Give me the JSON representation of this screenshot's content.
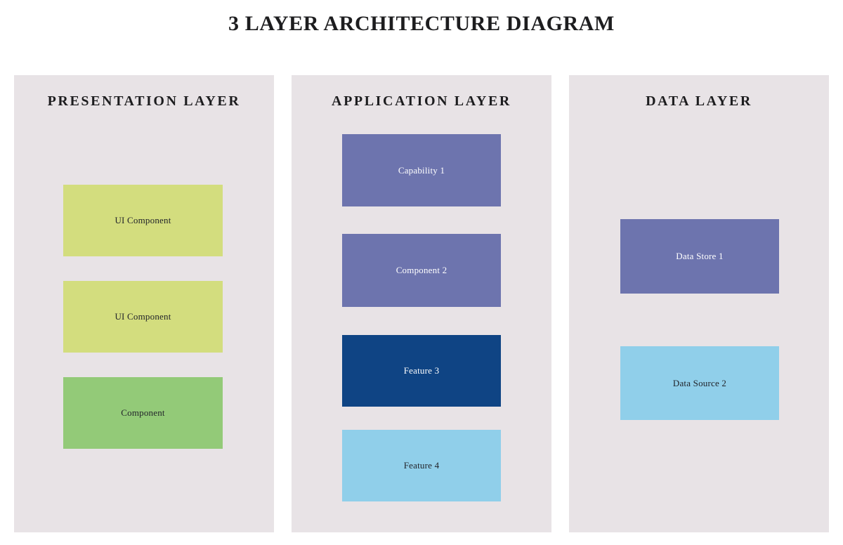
{
  "title": "3 LAYER ARCHITECTURE DIAGRAM",
  "colors": {
    "page_background": "#ffffff",
    "panel_background": "#e8e3e6",
    "title_text": "#1d1d1f",
    "yellow_green": "#d3dd7e",
    "green": "#93ca78",
    "slate_purple": "#6d74ae",
    "navy_blue": "#0f4484",
    "light_blue": "#90cfea",
    "dark_label": "#22242a",
    "light_label": "#ffffff"
  },
  "layers": [
    {
      "id": "presentation",
      "heading": "PRESENTATION LAYER",
      "nodes": [
        {
          "label": "UI Component",
          "fill": "#d3dd7e",
          "text_color": "#22242a"
        },
        {
          "label": "UI Component",
          "fill": "#d3dd7e",
          "text_color": "#22242a"
        },
        {
          "label": "Component",
          "fill": "#93ca78",
          "text_color": "#22242a"
        }
      ]
    },
    {
      "id": "application",
      "heading": "APPLICATION LAYER",
      "nodes": [
        {
          "label": "Capability 1",
          "fill": "#6d74ae",
          "text_color": "#ffffff"
        },
        {
          "label": "Component 2",
          "fill": "#6d74ae",
          "text_color": "#ffffff"
        },
        {
          "label": "Feature 3",
          "fill": "#0f4484",
          "text_color": "#ffffff"
        },
        {
          "label": "Feature 4",
          "fill": "#90cfea",
          "text_color": "#22242a"
        }
      ]
    },
    {
      "id": "data",
      "heading": "DATA LAYER",
      "nodes": [
        {
          "label": "Data Store 1",
          "fill": "#6d74ae",
          "text_color": "#ffffff"
        },
        {
          "label": "Data Source 2",
          "fill": "#90cfea",
          "text_color": "#22242a"
        }
      ]
    }
  ]
}
